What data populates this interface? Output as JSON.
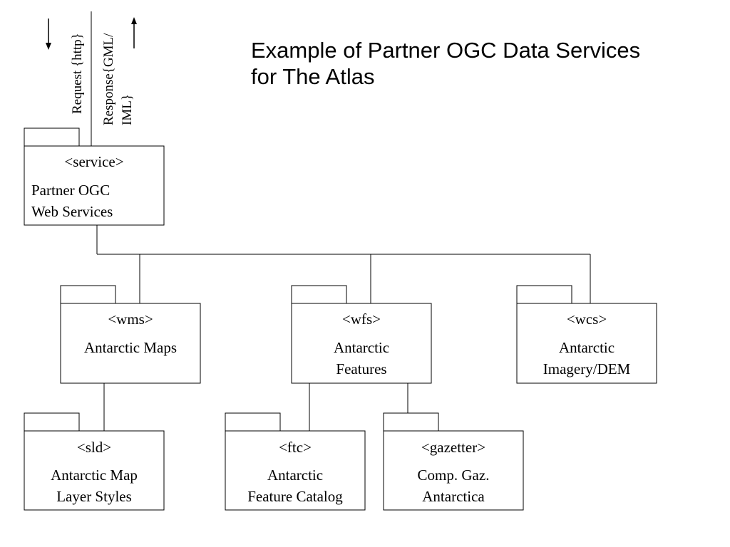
{
  "title": {
    "line1": "Example of Partner OGC Data Services",
    "line2": "for The Atlas"
  },
  "request_label": "Request {http}",
  "response_label": {
    "line1": "Response{GML/",
    "line2": "IML}"
  },
  "packages": {
    "service": {
      "stereotype": "<service>",
      "lines": [
        "Partner OGC",
        "Web Services"
      ]
    },
    "wms": {
      "stereotype": "<wms>",
      "lines": [
        "Antarctic Maps"
      ]
    },
    "wfs": {
      "stereotype": "<wfs>",
      "lines": [
        "Antarctic",
        "Features"
      ]
    },
    "wcs": {
      "stereotype": "<wcs>",
      "lines": [
        "Antarctic",
        "Imagery/DEM"
      ]
    },
    "sld": {
      "stereotype": "<sld>",
      "lines": [
        "Antarctic Map",
        "Layer Styles"
      ]
    },
    "ftc": {
      "stereotype": "<ftc>",
      "lines": [
        "Antarctic",
        "Feature Catalog"
      ]
    },
    "gazetter": {
      "stereotype": "<gazetter>",
      "lines": [
        "Comp. Gaz.",
        "Antarctica"
      ]
    }
  }
}
